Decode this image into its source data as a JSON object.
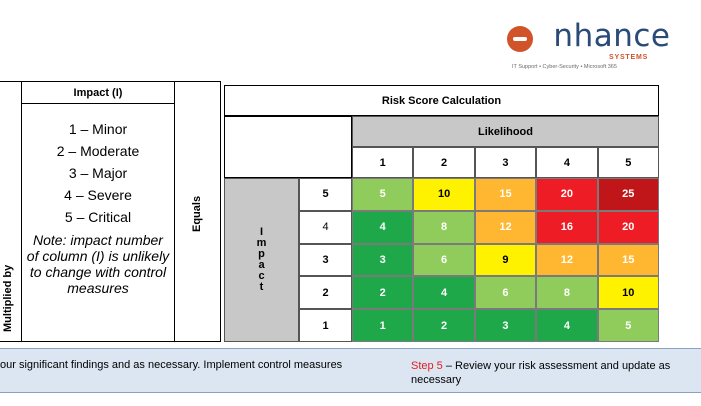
{
  "logo": {
    "word": "nhance",
    "systems": "SYSTEMS",
    "tagline": "IT Support • Cyber-Security • Microsoft 365"
  },
  "left_column": {
    "label": "Multiplied by"
  },
  "impact": {
    "header": "Impact (I)",
    "items": [
      "1 – Minor",
      "2 – Moderate",
      "3 – Major",
      "4 – Severe",
      "5 – Critical"
    ],
    "note": "Note: impact number of column (I) is unlikely to change with control measures"
  },
  "equals": {
    "label": "Equals"
  },
  "risk": {
    "title": "Risk Score Calculation",
    "likelihood_label": "Likelihood",
    "likelihood_values": [
      "1",
      "2",
      "3",
      "4",
      "5"
    ],
    "impact_letters": [
      "I",
      "m",
      "p",
      "a",
      "c",
      "t"
    ],
    "impact_values": [
      "5",
      "4",
      "3",
      "2",
      "1"
    ],
    "scores": [
      [
        "5",
        "10",
        "15",
        "20",
        "25"
      ],
      [
        "4",
        "8",
        "12",
        "16",
        "20"
      ],
      [
        "3",
        "6",
        "9",
        "12",
        "15"
      ],
      [
        "2",
        "4",
        "6",
        "8",
        "10"
      ],
      [
        "1",
        "2",
        "3",
        "4",
        "5"
      ]
    ],
    "colors": {
      "dark_green": "#1fa84a",
      "light_green": "#8fcc5b",
      "yellow": "#fff200",
      "orange": "#ffb732",
      "red": "#ee1c24",
      "dark_red": "#c0161a"
    }
  },
  "steps": {
    "step4_text": "our significant findings and as necessary. Implement control measures",
    "step5_label": "Step 5",
    "step5_text": " – Review your risk assessment and update as necessary"
  }
}
